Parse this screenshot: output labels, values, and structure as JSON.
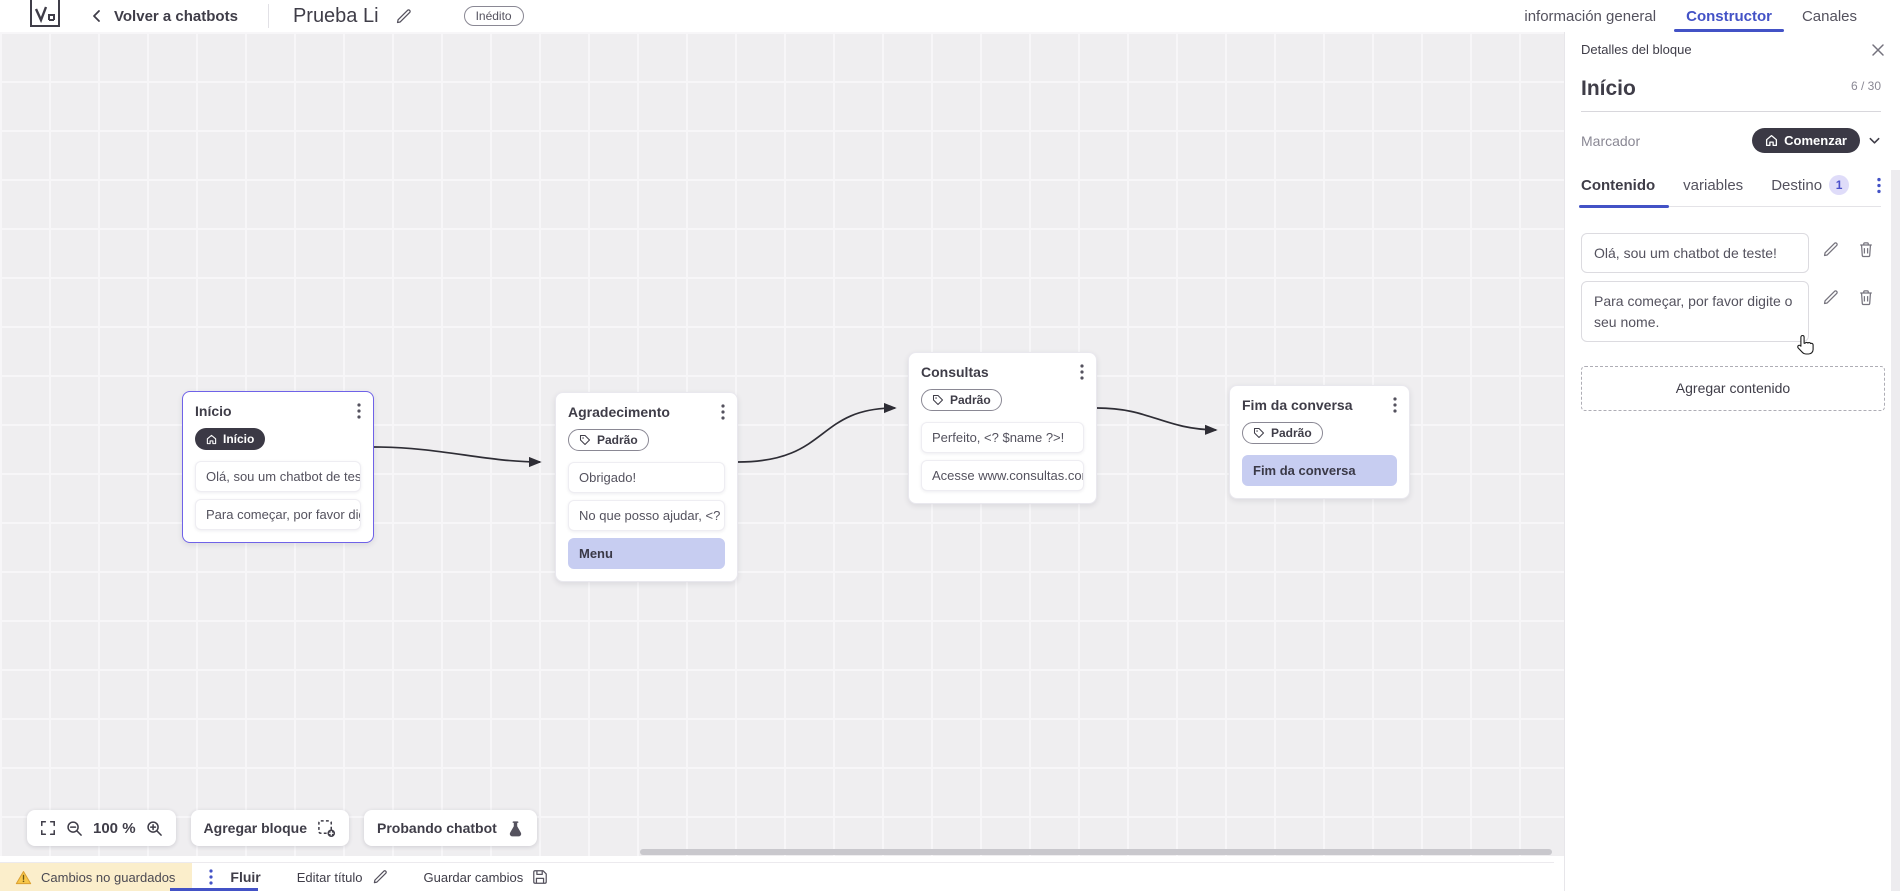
{
  "colors": {
    "accent": "#4352c6",
    "dark_pill": "#3b3945",
    "selected_node_border": "#6f62e8",
    "row_highlight": "#c7cdf1",
    "unsaved_bg": "#fbeecb",
    "warning_icon": "#f0b32c"
  },
  "topbar": {
    "back_label": "Volver a chatbots",
    "title": "Prueba Li",
    "status_badge": "Inédito",
    "nav_tabs": [
      {
        "label": "información general",
        "active": false
      },
      {
        "label": "Constructor",
        "active": true
      },
      {
        "label": "Canales",
        "active": false
      }
    ]
  },
  "panel": {
    "header": "Detalles del bloque",
    "block_name": "Início",
    "counter": "6 / 30",
    "marker_label": "Marcador",
    "marker_button": "Comenzar",
    "tabs": [
      {
        "label": "Contenido",
        "active": true
      },
      {
        "label": "variables",
        "active": false
      },
      {
        "label": "Destino",
        "active": false,
        "badge": "1"
      }
    ],
    "contents": [
      {
        "text": "Olá, sou um chatbot de teste!"
      },
      {
        "text": "Para começar, por favor digite o seu nome."
      }
    ],
    "add_button": "Agregar contenido"
  },
  "canvas": {
    "zoom_level": "100 %",
    "add_block_button": "Agregar bloque",
    "test_button": "Probando chatbot",
    "nodes": [
      {
        "title": "Início",
        "badge": "Início",
        "badge_type": "start",
        "selected": true,
        "rows": [
          {
            "text": "Olá, sou um chatbot de teste!",
            "highlight": false
          },
          {
            "text": "Para começar, por favor digite o ...",
            "highlight": false
          }
        ]
      },
      {
        "title": "Agradecimento",
        "badge": "Padrão",
        "badge_type": "default",
        "selected": false,
        "rows": [
          {
            "text": "Obrigado!",
            "highlight": false
          },
          {
            "text": "No que posso ajudar, <? $name ...",
            "highlight": false
          },
          {
            "text": "Menu",
            "highlight": true
          }
        ]
      },
      {
        "title": "Consultas",
        "badge": "Padrão",
        "badge_type": "default",
        "selected": false,
        "rows": [
          {
            "text": "Perfeito, <? $name ?>!",
            "highlight": false
          },
          {
            "text": "Acesse www.consultas.com par...",
            "highlight": false
          }
        ]
      },
      {
        "title": "Fim da conversa",
        "badge": "Padrão",
        "badge_type": "default",
        "selected": false,
        "rows": [
          {
            "text": "Fim da conversa",
            "highlight": true
          }
        ]
      }
    ]
  },
  "bottombar": {
    "unsaved_label": "Cambios no guardados",
    "flow_tab": "Fluir",
    "edit_title": "Editar título",
    "save_button": "Guardar cambios"
  }
}
